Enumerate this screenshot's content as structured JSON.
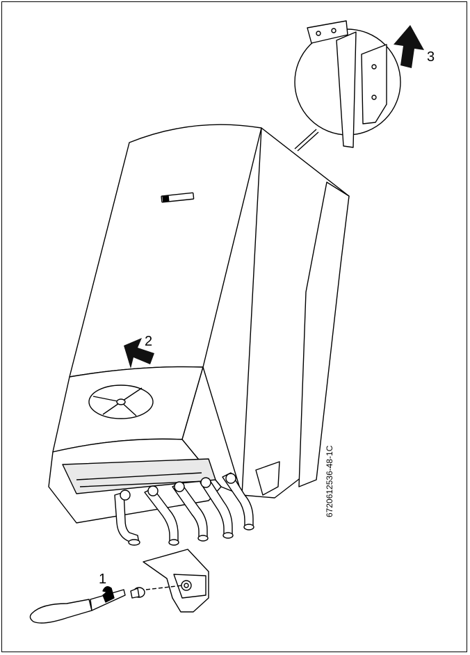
{
  "figure": {
    "code": "6720612536-48-1C",
    "steps": [
      {
        "label": "1",
        "meaning": "loosen screw"
      },
      {
        "label": "2",
        "meaning": "push front casing"
      },
      {
        "label": "3",
        "meaning": "lift off"
      }
    ],
    "colors": {
      "line": "#000000",
      "fill": "#ffffff",
      "arrow": "#111111"
    },
    "icons": [
      "screwdriver-icon",
      "arrow-icon"
    ]
  }
}
